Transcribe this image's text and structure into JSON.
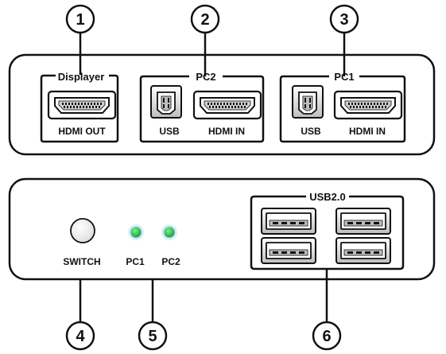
{
  "callouts": [
    "1",
    "2",
    "3",
    "4",
    "5",
    "6"
  ],
  "rear_panel": {
    "displayer": {
      "title": "Displayer",
      "port_label": "HDMI OUT"
    },
    "pc2": {
      "title": "PC2",
      "usb_label": "USB",
      "hdmi_label": "HDMI IN"
    },
    "pc1": {
      "title": "PC1",
      "usb_label": "USB",
      "hdmi_label": "HDMI IN"
    }
  },
  "front_panel": {
    "switch_label": "SWITCH",
    "led_pc1_label": "PC1",
    "led_pc2_label": "PC2",
    "usb_hub_title": "USB2.0"
  },
  "colors": {
    "outline": "#111111",
    "led_green": "#22c55e",
    "led_glow": "#a7d8f0"
  }
}
